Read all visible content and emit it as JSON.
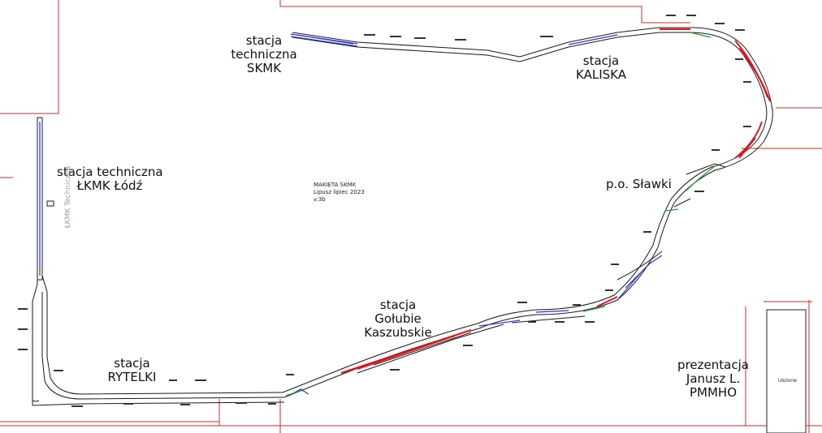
{
  "title": {
    "lines": [
      "MAKIETA SKMK",
      "Lipusz lipiec 2023",
      "v.3b"
    ]
  },
  "stations": {
    "skmk": [
      "stacja",
      "techniczna",
      "SKMK"
    ],
    "kaliska": [
      "stacja",
      "KALISKA"
    ],
    "lkmk": [
      "stacja techniczna",
      "ŁKMK Łódź"
    ],
    "slawki": [
      "p.o. Sławki"
    ],
    "golubie": [
      "stacja",
      "Gołubie",
      "Kaszubskie"
    ],
    "rytelki": [
      "stacja",
      "RYTELKI"
    ],
    "prezentacja": [
      "prezentacja",
      "Janusz L.",
      "PMMHO"
    ]
  },
  "side_label": "ŁKMK Techniczna",
  "box_label": "Ułożenie",
  "colors": {
    "track_base": "#1a1a1a",
    "track_red": "#e0131a",
    "track_blue": "#2b35c9",
    "track_green": "#1f9a3a",
    "border_red": "#d22a2a"
  }
}
